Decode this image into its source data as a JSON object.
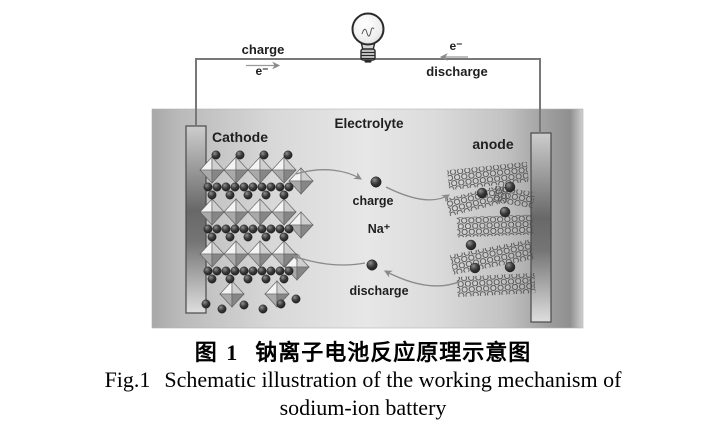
{
  "figure": {
    "circuit": {
      "charge_direction_label": "charge",
      "electron_left_label": "e⁻",
      "electron_right_label": "e⁻",
      "discharge_direction_label": "discharge"
    },
    "cell": {
      "electrolyte_label": "Electrolyte",
      "cathode_label": "Cathode",
      "anode_label": "anode",
      "charge_path_label": "charge",
      "sodium_ion_label": "Na⁺",
      "discharge_path_label": "discharge"
    },
    "colors": {
      "electrolyte_left": "#a8a8a8",
      "electrolyte_center": "#e7e7e7",
      "electrolyte_dark_band": "#8f8f8f",
      "electrode_dark": "#6b6b6b",
      "wire": "#787878",
      "arrow": "#8a8a8a",
      "ion_sphere": "#2a2a2a",
      "label_text": "#1f1f1f",
      "mesh_stroke": "#4a4a4a"
    }
  },
  "caption": {
    "zh_label": "图 1",
    "zh_title": "钠离子电池反应原理示意图",
    "en_label": "Fig.1",
    "en_line1": "Schematic illustration of the working mechanism of",
    "en_line2": "sodium-ion battery"
  }
}
